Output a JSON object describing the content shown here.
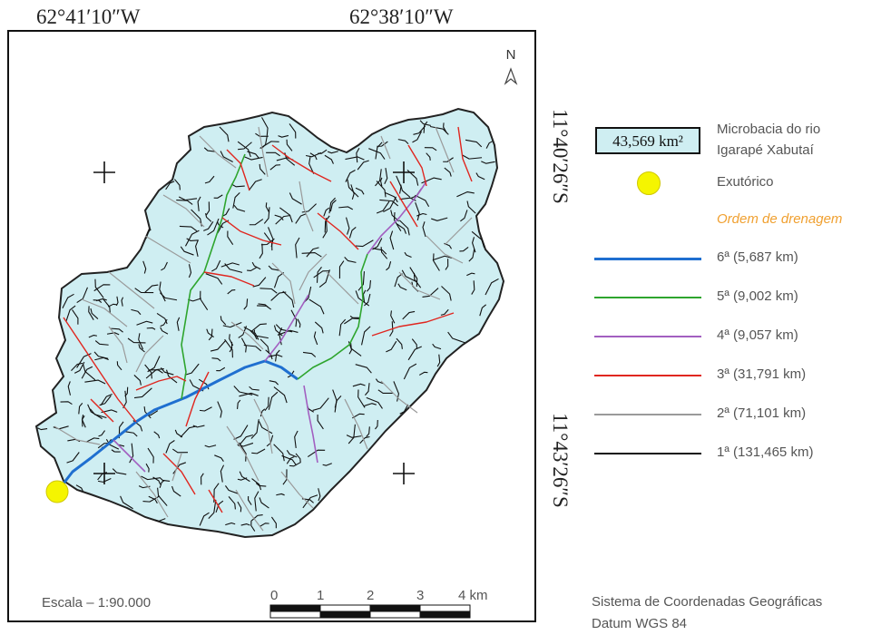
{
  "coordinates": {
    "top_left": "62°41′10″W",
    "top_right": "62°38′10″W",
    "side_upper": "11°40′26″S",
    "side_lower": "11°43′26″S"
  },
  "north_label": "N",
  "scale": {
    "text": "Escala – 1:90.000",
    "ticks": [
      "0",
      "1",
      "2",
      "3",
      "4 km"
    ]
  },
  "legend": {
    "area_value": "43,569 km²",
    "area_label_1": "Microbacia do rio",
    "area_label_2": "Igarapé Xabutaí",
    "outlet_label": "Exutórico",
    "order_title": "Ordem de drenagem",
    "orders": [
      {
        "label": "6ª (5,687 km)",
        "color": "#1f6fd0",
        "width": 3
      },
      {
        "label": "5ª (9,002 km)",
        "color": "#2ea52e",
        "width": 2
      },
      {
        "label": "4ª (9,057 km)",
        "color": "#a25fc0",
        "width": 2
      },
      {
        "label": "3ª (31,791 km)",
        "color": "#e0261f",
        "width": 2
      },
      {
        "label": "2ª (71,101 km)",
        "color": "#9a9a9a",
        "width": 2
      },
      {
        "label": "1ª (131,465 km)",
        "color": "#111111",
        "width": 2
      }
    ]
  },
  "coordinate_system": {
    "line1": "Sistema de Coordenadas Geográficas",
    "line2": "Datum WGS 84"
  },
  "colors": {
    "basin_fill": "#cfeef2",
    "basin_border": "#222222",
    "outlet_dot": "#f5f500"
  }
}
